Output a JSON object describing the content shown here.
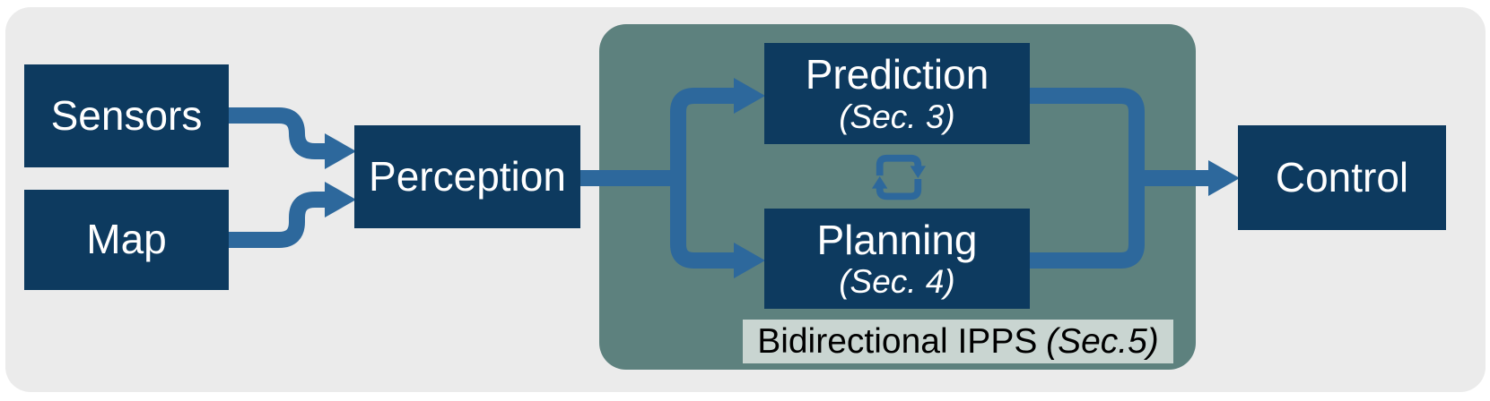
{
  "nodes": {
    "sensors": {
      "label": "Sensors"
    },
    "map": {
      "label": "Map"
    },
    "perception": {
      "label": "Perception"
    },
    "prediction": {
      "label": "Prediction",
      "sublabel": "(Sec. 3)"
    },
    "planning": {
      "label": "Planning",
      "sublabel": "(Sec. 4)"
    },
    "control": {
      "label": "Control"
    }
  },
  "ipps": {
    "label": "Bidirectional IPPS",
    "section": "(Sec.5)"
  },
  "icons": {
    "cycle": "bidirectional-cycle-arrows"
  },
  "colors": {
    "node_fill": "#0d3a5f",
    "node_text": "#ffffff",
    "connector": "#2d689c",
    "container_fill": "#5d817e",
    "container_label_bg": "#c9d5d1",
    "container_label_text": "#000000",
    "panel_bg": "#ebebeb",
    "page_bg": "#ffffff"
  }
}
